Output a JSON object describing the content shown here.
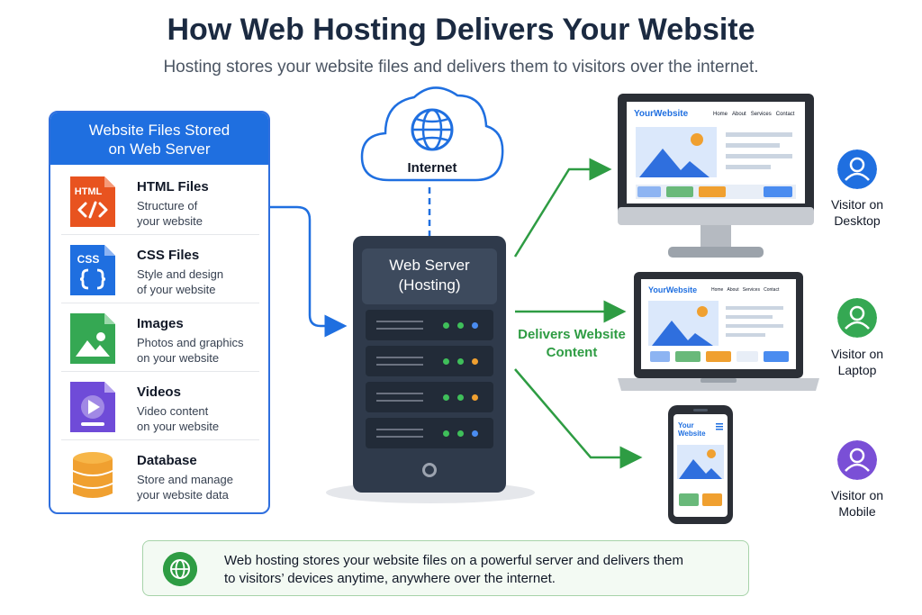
{
  "title": "How Web Hosting Delivers Your Website",
  "subtitle": "Hosting stores your website files and delivers them to visitors over the internet.",
  "files_panel": {
    "header_line1": "Website Files Stored",
    "header_line2": "on Web Server",
    "items": [
      {
        "name": "HTML Files",
        "desc_line1": "Structure of",
        "desc_line2": "your website",
        "icon": "html-file-icon",
        "icon_text": "HTML",
        "color": "#e8531f"
      },
      {
        "name": "CSS Files",
        "desc_line1": "Style and design",
        "desc_line2": "of your website",
        "icon": "css-file-icon",
        "icon_text": "CSS",
        "color": "#1f6fe0"
      },
      {
        "name": "Images",
        "desc_line1": "Photos and graphics",
        "desc_line2": "on your website",
        "icon": "image-file-icon",
        "color": "#35a853"
      },
      {
        "name": "Videos",
        "desc_line1": "Video content",
        "desc_line2": "on your website",
        "icon": "video-file-icon",
        "color": "#6f4bd8"
      },
      {
        "name": "Database",
        "desc_line1": "Store and manage",
        "desc_line2": "your website data",
        "icon": "database-icon",
        "color": "#f0a030"
      }
    ]
  },
  "internet_label": "Internet",
  "server": {
    "line1": "Web Server",
    "line2": "(Hosting)"
  },
  "delivers": {
    "line1": "Delivers Website",
    "line2": "Content"
  },
  "site": {
    "logo": "YourWebsite",
    "logo_mobile_line1": "Your",
    "logo_mobile_line2": "Website",
    "nav": [
      "Home",
      "About",
      "Services",
      "Contact"
    ]
  },
  "visitors": [
    {
      "line1": "Visitor on",
      "line2": "Desktop",
      "icon": "user-icon",
      "color": "#1f6fe0"
    },
    {
      "line1": "Visitor on",
      "line2": "Laptop",
      "icon": "user-icon",
      "color": "#35a853"
    },
    {
      "line1": "Visitor on",
      "line2": "Mobile",
      "icon": "user-icon",
      "color": "#7a4fd6"
    }
  ],
  "summary": {
    "line1": "Web hosting stores your website files on a powerful server and delivers them",
    "line2": "to visitors’ devices anytime, anywhere over the internet.",
    "icon": "globe-icon"
  },
  "colors": {
    "blue": "#1f6fe0",
    "green": "#2e9c43",
    "server": "#2f3a4b"
  }
}
